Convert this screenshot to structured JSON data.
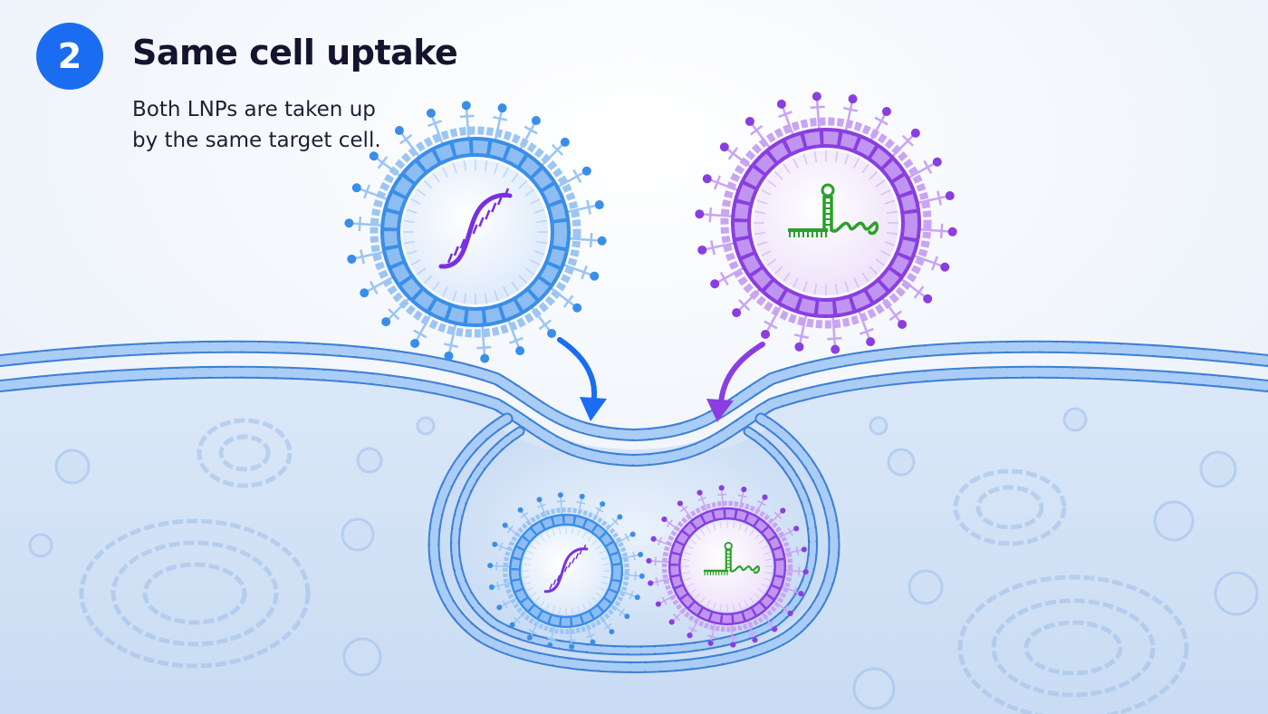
{
  "step": {
    "number": "2"
  },
  "heading": {
    "title": "Same cell uptake",
    "description_lines": [
      "Both LNPs are taken up",
      "by the same target cell."
    ]
  },
  "colors": {
    "badge": "#1a6df0",
    "blue_lnp": "#3a8ee8",
    "purple_lnp": "#8a3ee0",
    "membrane": "#4f8fe0",
    "cargo_blue_lnp": "#7a2fe0",
    "cargo_purple_lnp": "#2aa02a",
    "arrow_blue": "#1a6df0",
    "arrow_purple": "#8a3ee0",
    "cytoplasm": "#d8e7f8",
    "background": "#f4f8fd"
  },
  "elements": {
    "lnp_blue": {
      "cargo": "mrna-strand-icon"
    },
    "lnp_purple": {
      "cargo": "guide-rna-icon"
    }
  }
}
